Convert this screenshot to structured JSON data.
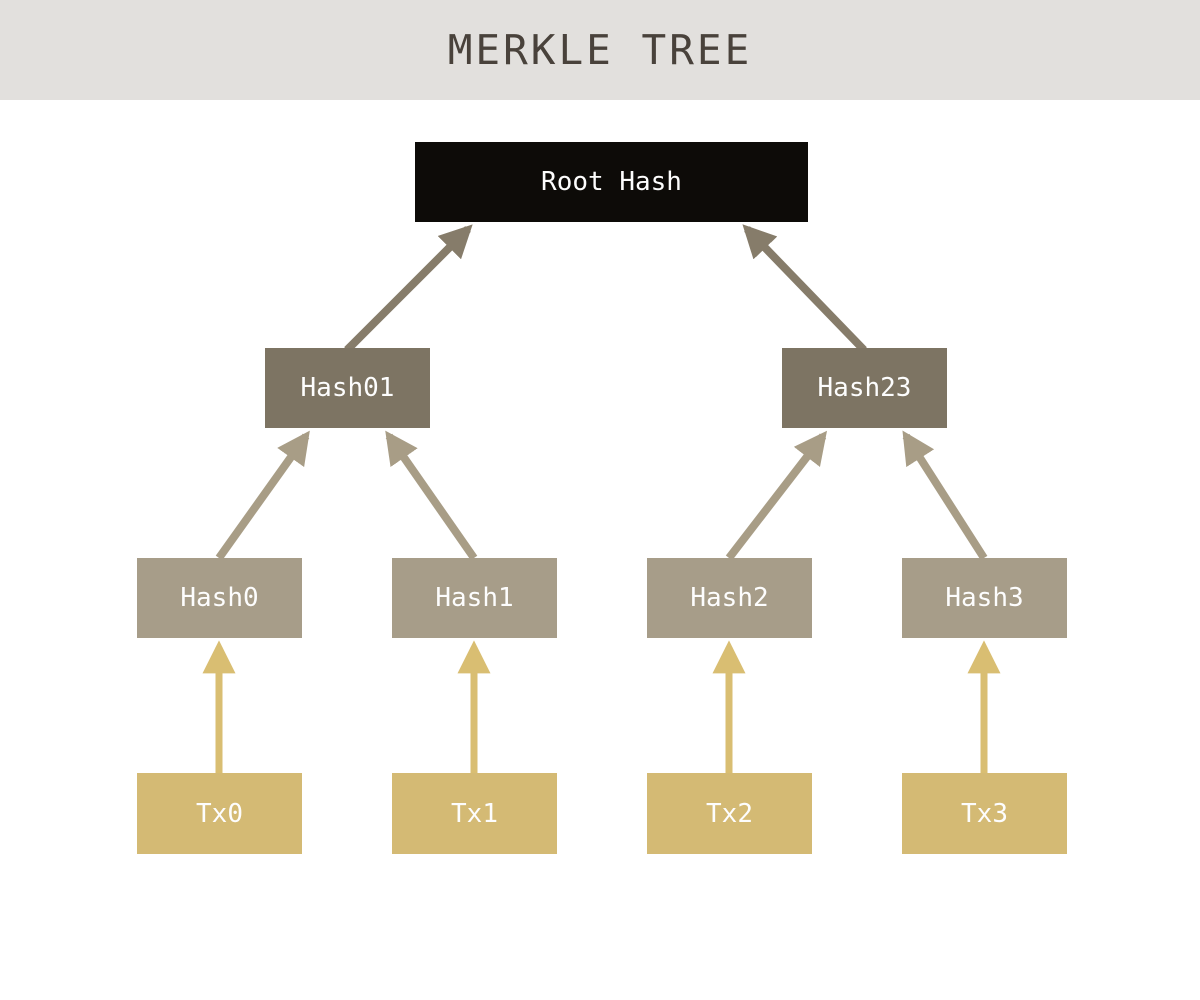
{
  "header": {
    "title": "MERKLE TREE"
  },
  "nodes": {
    "root": {
      "label": "Root Hash"
    },
    "hash01": {
      "label": "Hash01"
    },
    "hash23": {
      "label": "Hash23"
    },
    "hash0": {
      "label": "Hash0"
    },
    "hash1": {
      "label": "Hash1"
    },
    "hash2": {
      "label": "Hash2"
    },
    "hash3": {
      "label": "Hash3"
    },
    "tx0": {
      "label": "Tx0"
    },
    "tx1": {
      "label": "Tx1"
    },
    "tx2": {
      "label": "Tx2"
    },
    "tx3": {
      "label": "Tx3"
    }
  },
  "edges": [
    {
      "from": "Hash01",
      "to": "Root Hash"
    },
    {
      "from": "Hash23",
      "to": "Root Hash"
    },
    {
      "from": "Hash0",
      "to": "Hash01"
    },
    {
      "from": "Hash1",
      "to": "Hash01"
    },
    {
      "from": "Hash2",
      "to": "Hash23"
    },
    {
      "from": "Hash3",
      "to": "Hash23"
    },
    {
      "from": "Tx0",
      "to": "Hash0"
    },
    {
      "from": "Tx1",
      "to": "Hash1"
    },
    {
      "from": "Tx2",
      "to": "Hash2"
    },
    {
      "from": "Tx3",
      "to": "Hash3"
    }
  ],
  "colors": {
    "canvas_bg": "#ffffff",
    "header_bg": "#e2e0dd",
    "title_color": "#49423b",
    "root_box": "#0d0b08",
    "mid_box": "#7d7463",
    "hash_box": "#a79d89",
    "tx_box": "#d4ba74",
    "node_text": "#fdfdfd",
    "arrow_l1": "#867c6a",
    "arrow_l2": "#a89d86",
    "arrow_l3": "#d9be72"
  }
}
